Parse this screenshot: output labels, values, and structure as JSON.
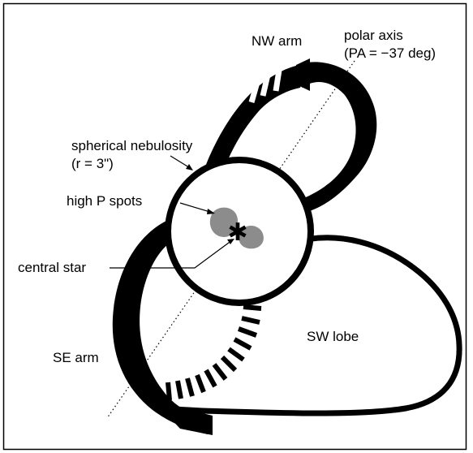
{
  "labels": {
    "nw_arm": "NW arm",
    "polar_axis_line1": "polar axis",
    "polar_axis_line2": "(PA = −37 deg)",
    "spherical_nebulosity_line1": "spherical nebulosity",
    "spherical_nebulosity_line2": "(r = 3\")",
    "high_p_spots": "high P spots",
    "central_star": "central star",
    "sw_lobe": "SW lobe",
    "se_arm": "SE arm"
  },
  "symbols": {
    "central_star_marker": "✱"
  },
  "colors": {
    "ink": "#000000",
    "spot_fill": "#8c8c8c",
    "background": "#ffffff"
  }
}
